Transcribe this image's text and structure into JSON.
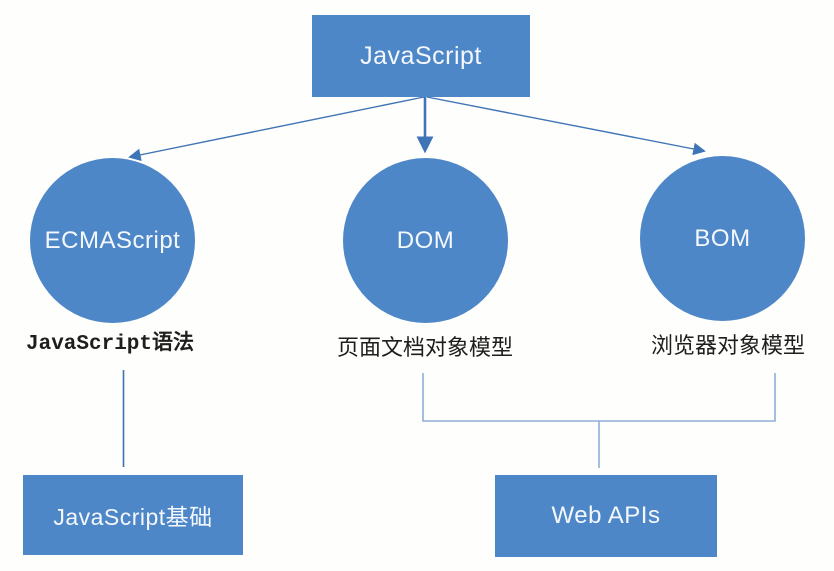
{
  "diagram": {
    "title_node": {
      "label": "JavaScript"
    },
    "branches": [
      {
        "label": "ECMAScript",
        "caption": "JavaScript语法"
      },
      {
        "label": "DOM",
        "caption": "页面文档对象模型"
      },
      {
        "label": "BOM",
        "caption": "浏览器对象模型"
      }
    ],
    "group_nodes": [
      {
        "label": "JavaScript基础"
      },
      {
        "label": "Web APIs"
      }
    ]
  },
  "colors": {
    "bg": "#fefefc",
    "shape-blue": "#4e87c8",
    "shape-text": "#f4f8fc",
    "arrow-blue": "#3f74b6",
    "bracket-blue": "#8fafd8",
    "connector-blue": "#3d74ae",
    "caption-text": "#1e1e1e"
  }
}
